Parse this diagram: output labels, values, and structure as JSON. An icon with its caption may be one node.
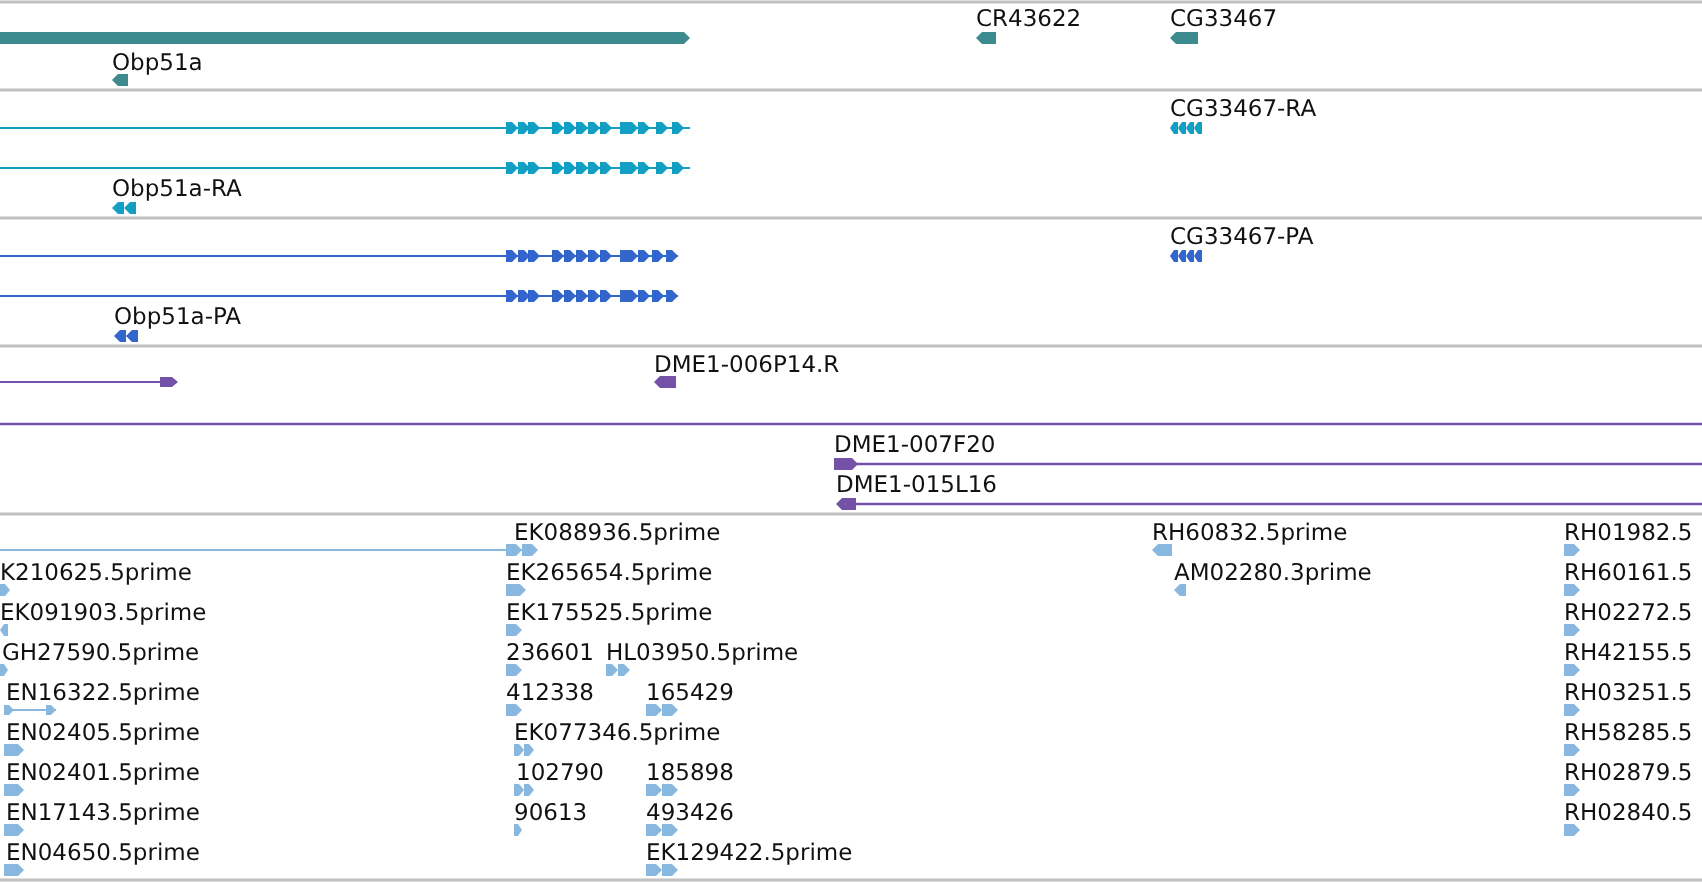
{
  "diagram": {
    "labels": [
      "CR43622",
      "CG33467",
      "Obp51a",
      "CG33467-RA",
      "Obp51a-RA",
      "CG33467-PA",
      "Obp51a-PA",
      "DME1-006P14.R",
      "DME1-007F20",
      "DME1-015L16",
      "EK088936.5prime",
      "RH60832.5prime",
      "RH01982.5",
      "K210625.5prime",
      "EK265654.5prime",
      "AM02280.3prime",
      "RH60161.5",
      "EK091903.5prime",
      "EK175525.5prime",
      "RH02272.5",
      "GH27590.5prime",
      "236601",
      "HL03950.5prime",
      "RH42155.5",
      "EN16322.5prime",
      "412338",
      "165429",
      "RH03251.5",
      "EN02405.5prime",
      "EK077346.5prime",
      "RH58285.5",
      "EN02401.5prime",
      "102790",
      "185898",
      "RH02879.5",
      "EN17143.5prime",
      "90613",
      "493426",
      "RH02840.5",
      "EN04650.5prime",
      "EK129422.5prime"
    ]
  }
}
